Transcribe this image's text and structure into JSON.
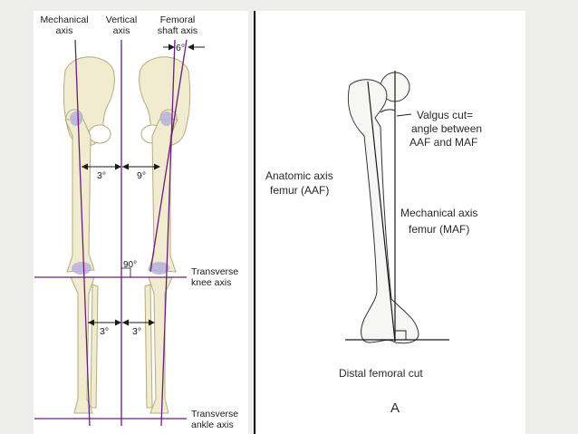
{
  "left_diagram": {
    "mechanical_axis_label": [
      "Mechanical",
      "axis"
    ],
    "vertical_axis_label": [
      "Vertical",
      "axis"
    ],
    "femoral_shaft_axis_label": [
      "Femoral",
      "shaft axis"
    ],
    "angle_top": "6°",
    "angle_hip_left": "3°",
    "angle_hip_right": "9°",
    "angle_knee_right": "90°",
    "angle_ankle_left": "3°",
    "angle_ankle_right": "3°",
    "transverse_knee_axis_label": [
      "Transverse",
      "knee axis"
    ],
    "transverse_ankle_axis_label": [
      "Transverse",
      "ankle axis"
    ],
    "colors": {
      "axis_line": "#6a1f7a",
      "bone": "#f1ebcf",
      "bone_outline": "#b7ab7e",
      "cartilage": "#b6b2dc"
    }
  },
  "right_diagram": {
    "valgus_label": [
      "Valgus cut=",
      "angle between",
      "AAF and MAF"
    ],
    "anatomic_axis_label": [
      "Anatomic axis",
      "femur (AAF)"
    ],
    "mechanical_axis_label": [
      "Mechanical axis",
      "femur (MAF)"
    ],
    "distal_cut_label": "Distal femoral cut",
    "panel_letter": "A"
  }
}
